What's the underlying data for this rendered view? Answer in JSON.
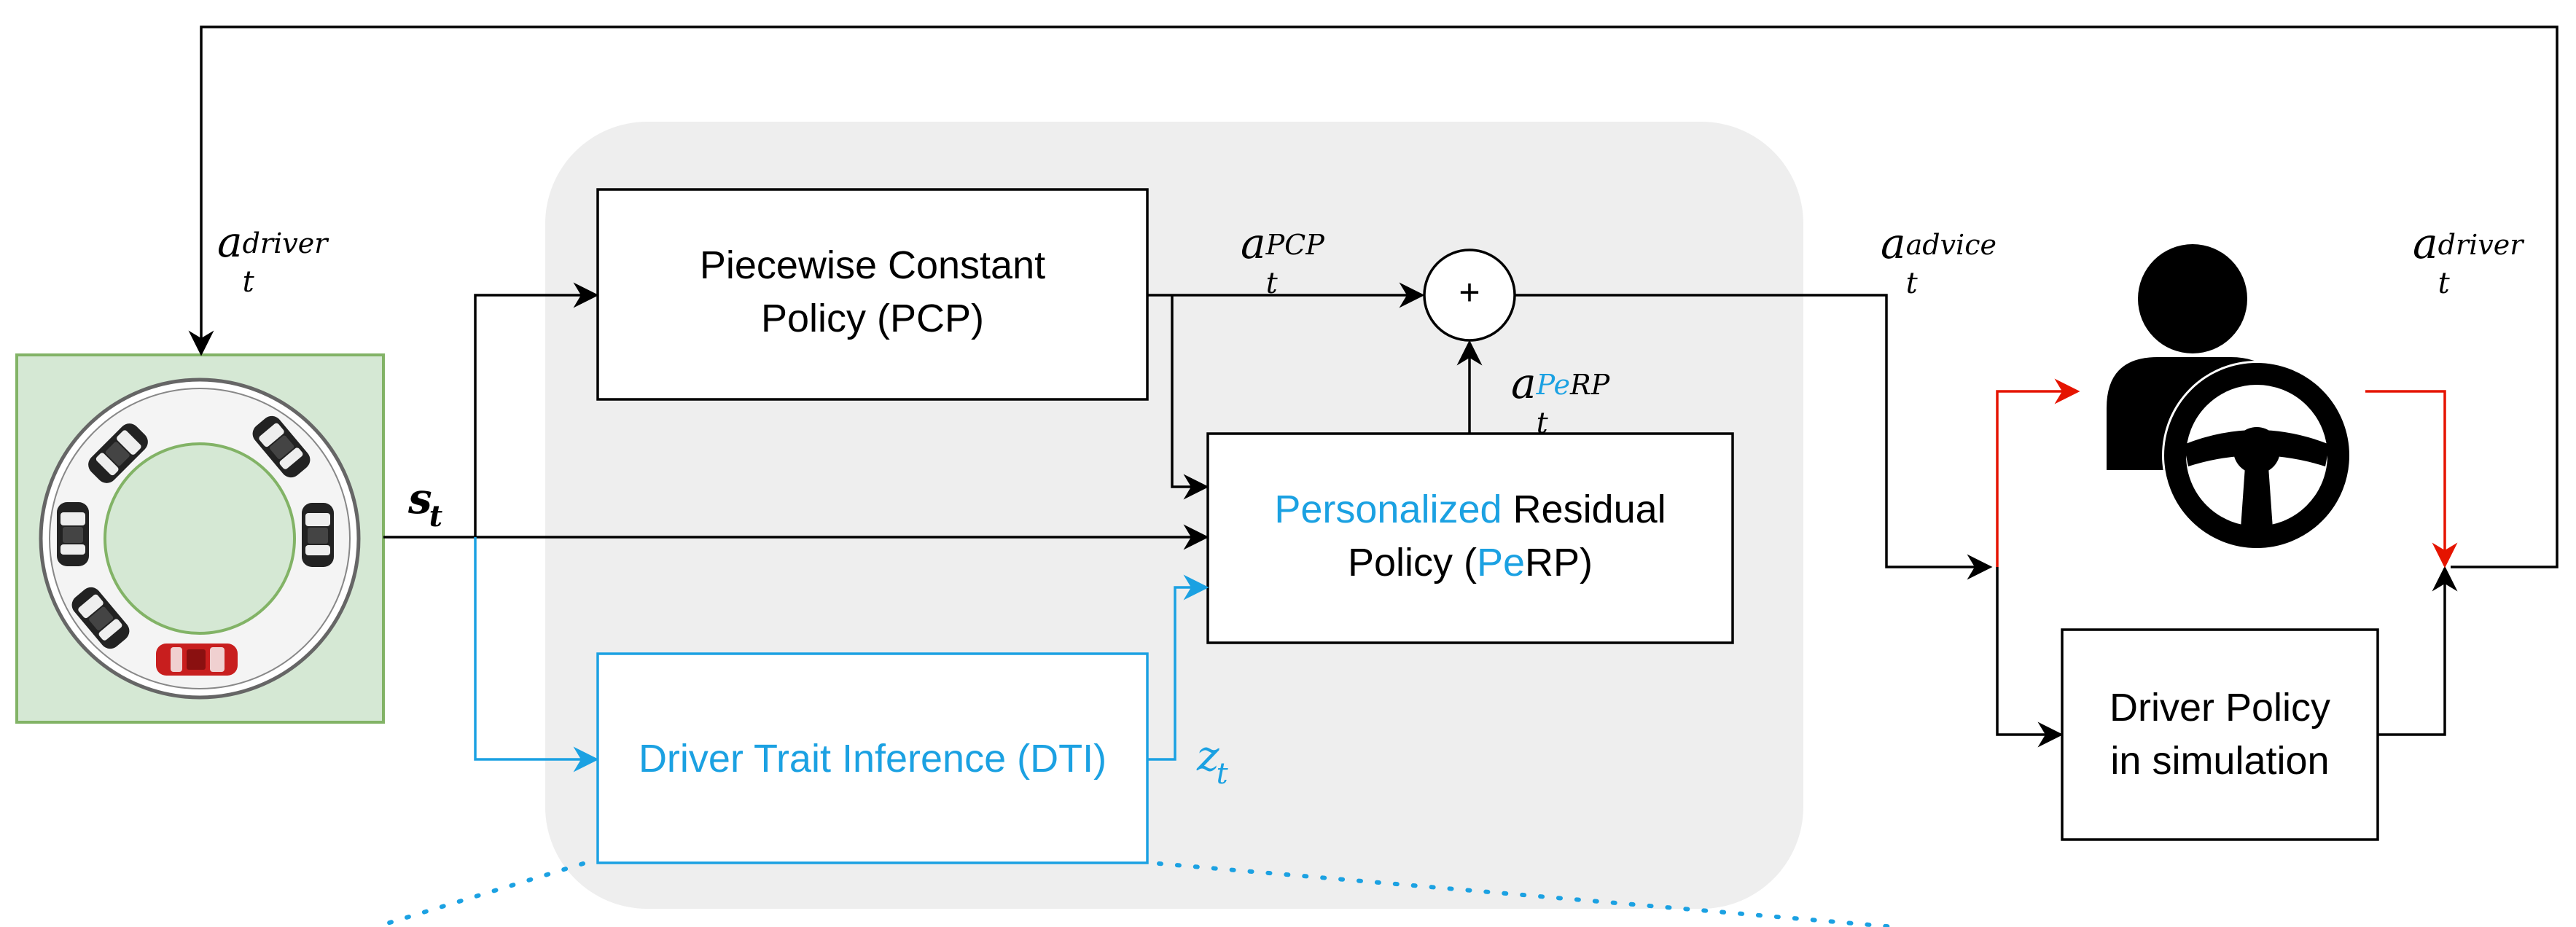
{
  "colors": {
    "panel": "#eeeeee",
    "env_fill": "#d5e8d4",
    "env_stroke": "#82b366",
    "blue": "#1ba1e2",
    "red": "#e51400",
    "black": "#000000"
  },
  "boxes": {
    "pcp": {
      "line1": "Piecewise Constant",
      "line2": "Policy (PCP)"
    },
    "perp": {
      "line1_blue": "Personalized",
      "line1_black": " Residual",
      "line2_pre": "Policy (",
      "line2_blue": "Pe",
      "line2_post": "RP)"
    },
    "dti": {
      "text": "Driver Trait Inference (DTI)"
    },
    "driver_policy": {
      "line1": "Driver Policy",
      "line2": "in simulation"
    },
    "sum": {
      "symbol": "+"
    }
  },
  "math_labels": {
    "a_driver_left": {
      "base": "a",
      "sub": "t",
      "sup": "driver"
    },
    "a_pcp": {
      "base": "a",
      "sub": "t",
      "sup": "PCP"
    },
    "a_perp": {
      "base": "a",
      "sub": "t",
      "sup_blue": "Pe",
      "sup_black": "RP"
    },
    "a_advice": {
      "base": "a",
      "sub": "t",
      "sup": "advice"
    },
    "a_driver_right": {
      "base": "a",
      "sub": "t",
      "sup": "driver"
    },
    "s_t": {
      "base": "s",
      "sub": "t"
    },
    "z_t": {
      "base": "z",
      "sub": "t"
    }
  },
  "icons": [
    "ring-road-traffic-icon",
    "driver-steering-wheel-icon"
  ]
}
